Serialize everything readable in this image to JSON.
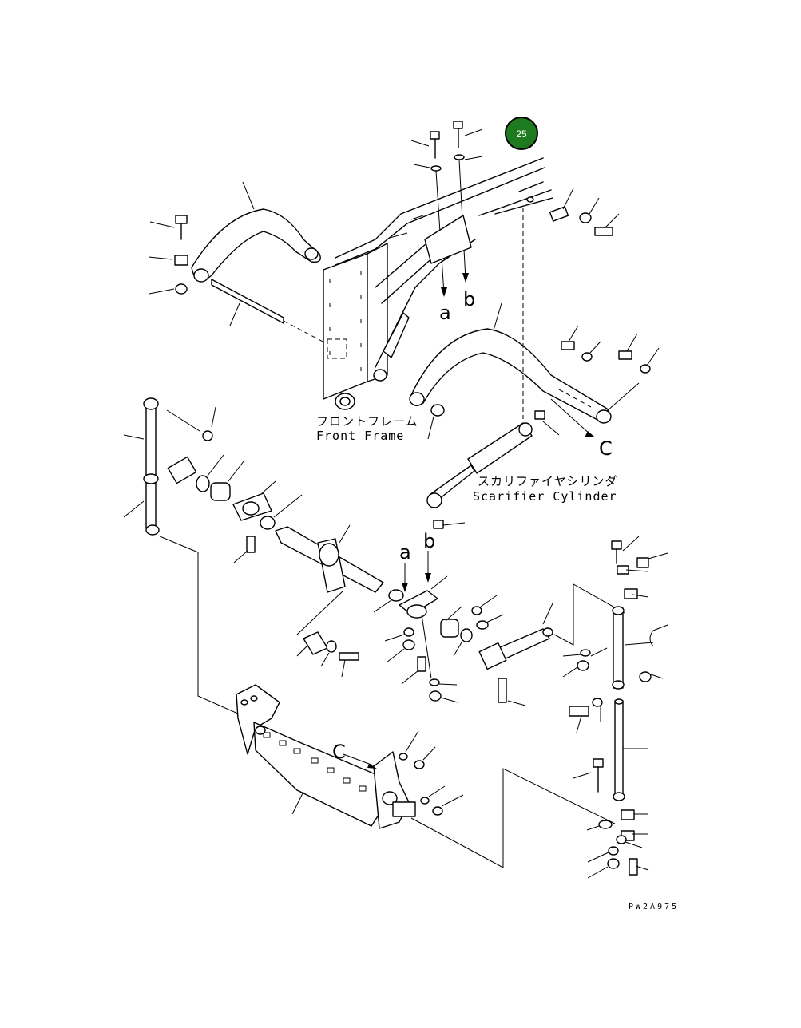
{
  "page_badge": {
    "number": "25",
    "color": "#1e7a1e"
  },
  "labels": {
    "front_frame_jp": "フロントフレーム",
    "front_frame_en": "Front Frame",
    "scarifier_jp": "スカリファイヤシリンダ",
    "scarifier_en": "Scarifier Cylinder"
  },
  "refs": {
    "a_top": "a",
    "b_top": "b",
    "c_right": "C",
    "a_mid": "a",
    "b_mid": "b",
    "c_low": "C"
  },
  "drawing_code": "PW2A975"
}
